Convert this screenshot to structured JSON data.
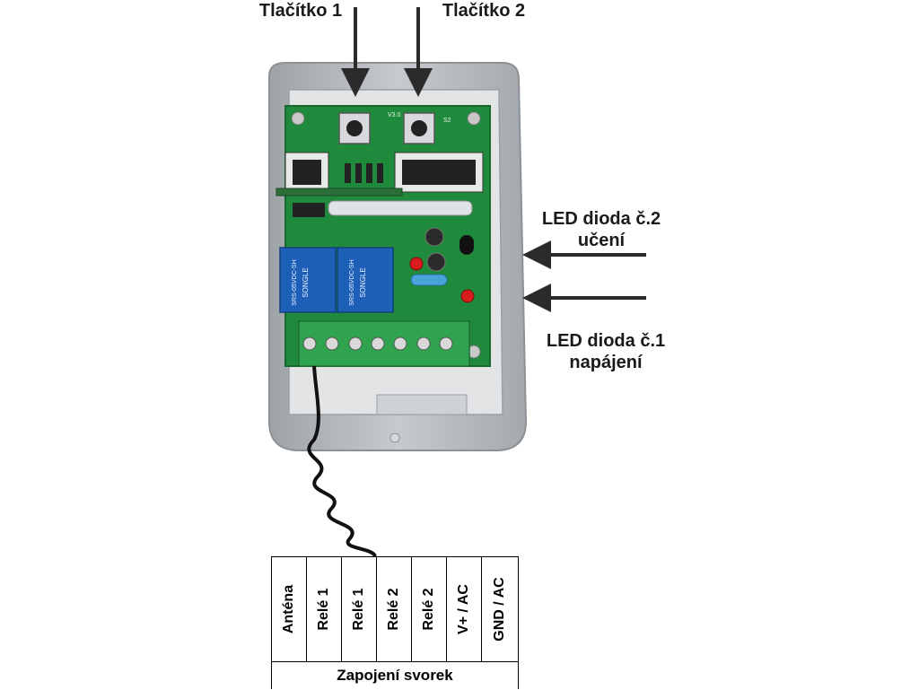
{
  "labels": {
    "button1": "Tlačítko 1",
    "button2": "Tlačítko 2",
    "led2_line1": "LED dioda č.2",
    "led2_line2": "učení",
    "led1_line1": "LED dioda č.1",
    "led1_line2": "napájení"
  },
  "pcb_marks": {
    "version": "V3.0",
    "s2": "S2",
    "relay1_brand": "SONGLE",
    "relay1_model": "SRS-05VDC-SH",
    "relay2_brand": "SONGLE",
    "relay2_model": "SRS-05VDC-SH"
  },
  "terminals": {
    "columns": [
      "Anténa",
      "Relé 1",
      "Relé 1",
      "Relé 2",
      "Relé 2",
      "V+ / AC",
      "GND / AC"
    ],
    "caption": "Zapojení svorek"
  },
  "colors": {
    "housing": "#b7bcc1",
    "pcb": "#1f8a3b",
    "relay": "#1e5fb8",
    "terminal_block": "#2fa34d",
    "led": "#d81c1c",
    "arrow": "#2b2b2b"
  }
}
